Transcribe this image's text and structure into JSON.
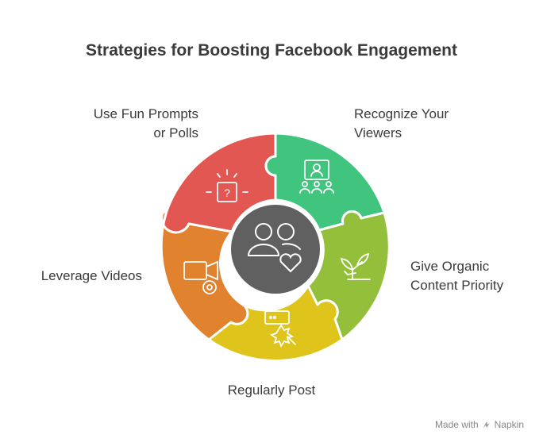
{
  "title": "Strategies for Boosting Facebook Engagement",
  "segments": [
    {
      "label_lines": [
        "Use Fun Prompts",
        "or Polls"
      ],
      "color": "#e35752",
      "icon": "question-box-icon"
    },
    {
      "label_lines": [
        "Recognize Your",
        "Viewers"
      ],
      "color": "#41c47e",
      "icon": "audience-icon"
    },
    {
      "label_lines": [
        "Give Organic",
        "Content Priority"
      ],
      "color": "#93bf3b",
      "icon": "plant-icon"
    },
    {
      "label_lines": [
        "Regularly Post"
      ],
      "color": "#dfc41c",
      "icon": "post-click-icon"
    },
    {
      "label_lines": [
        "Leverage Videos"
      ],
      "color": "#e0822e",
      "icon": "video-camera-icon"
    }
  ],
  "center": {
    "color": "#606060",
    "icon": "people-heart-icon"
  },
  "branding": {
    "prefix": "Made with",
    "name": "Napkin"
  }
}
